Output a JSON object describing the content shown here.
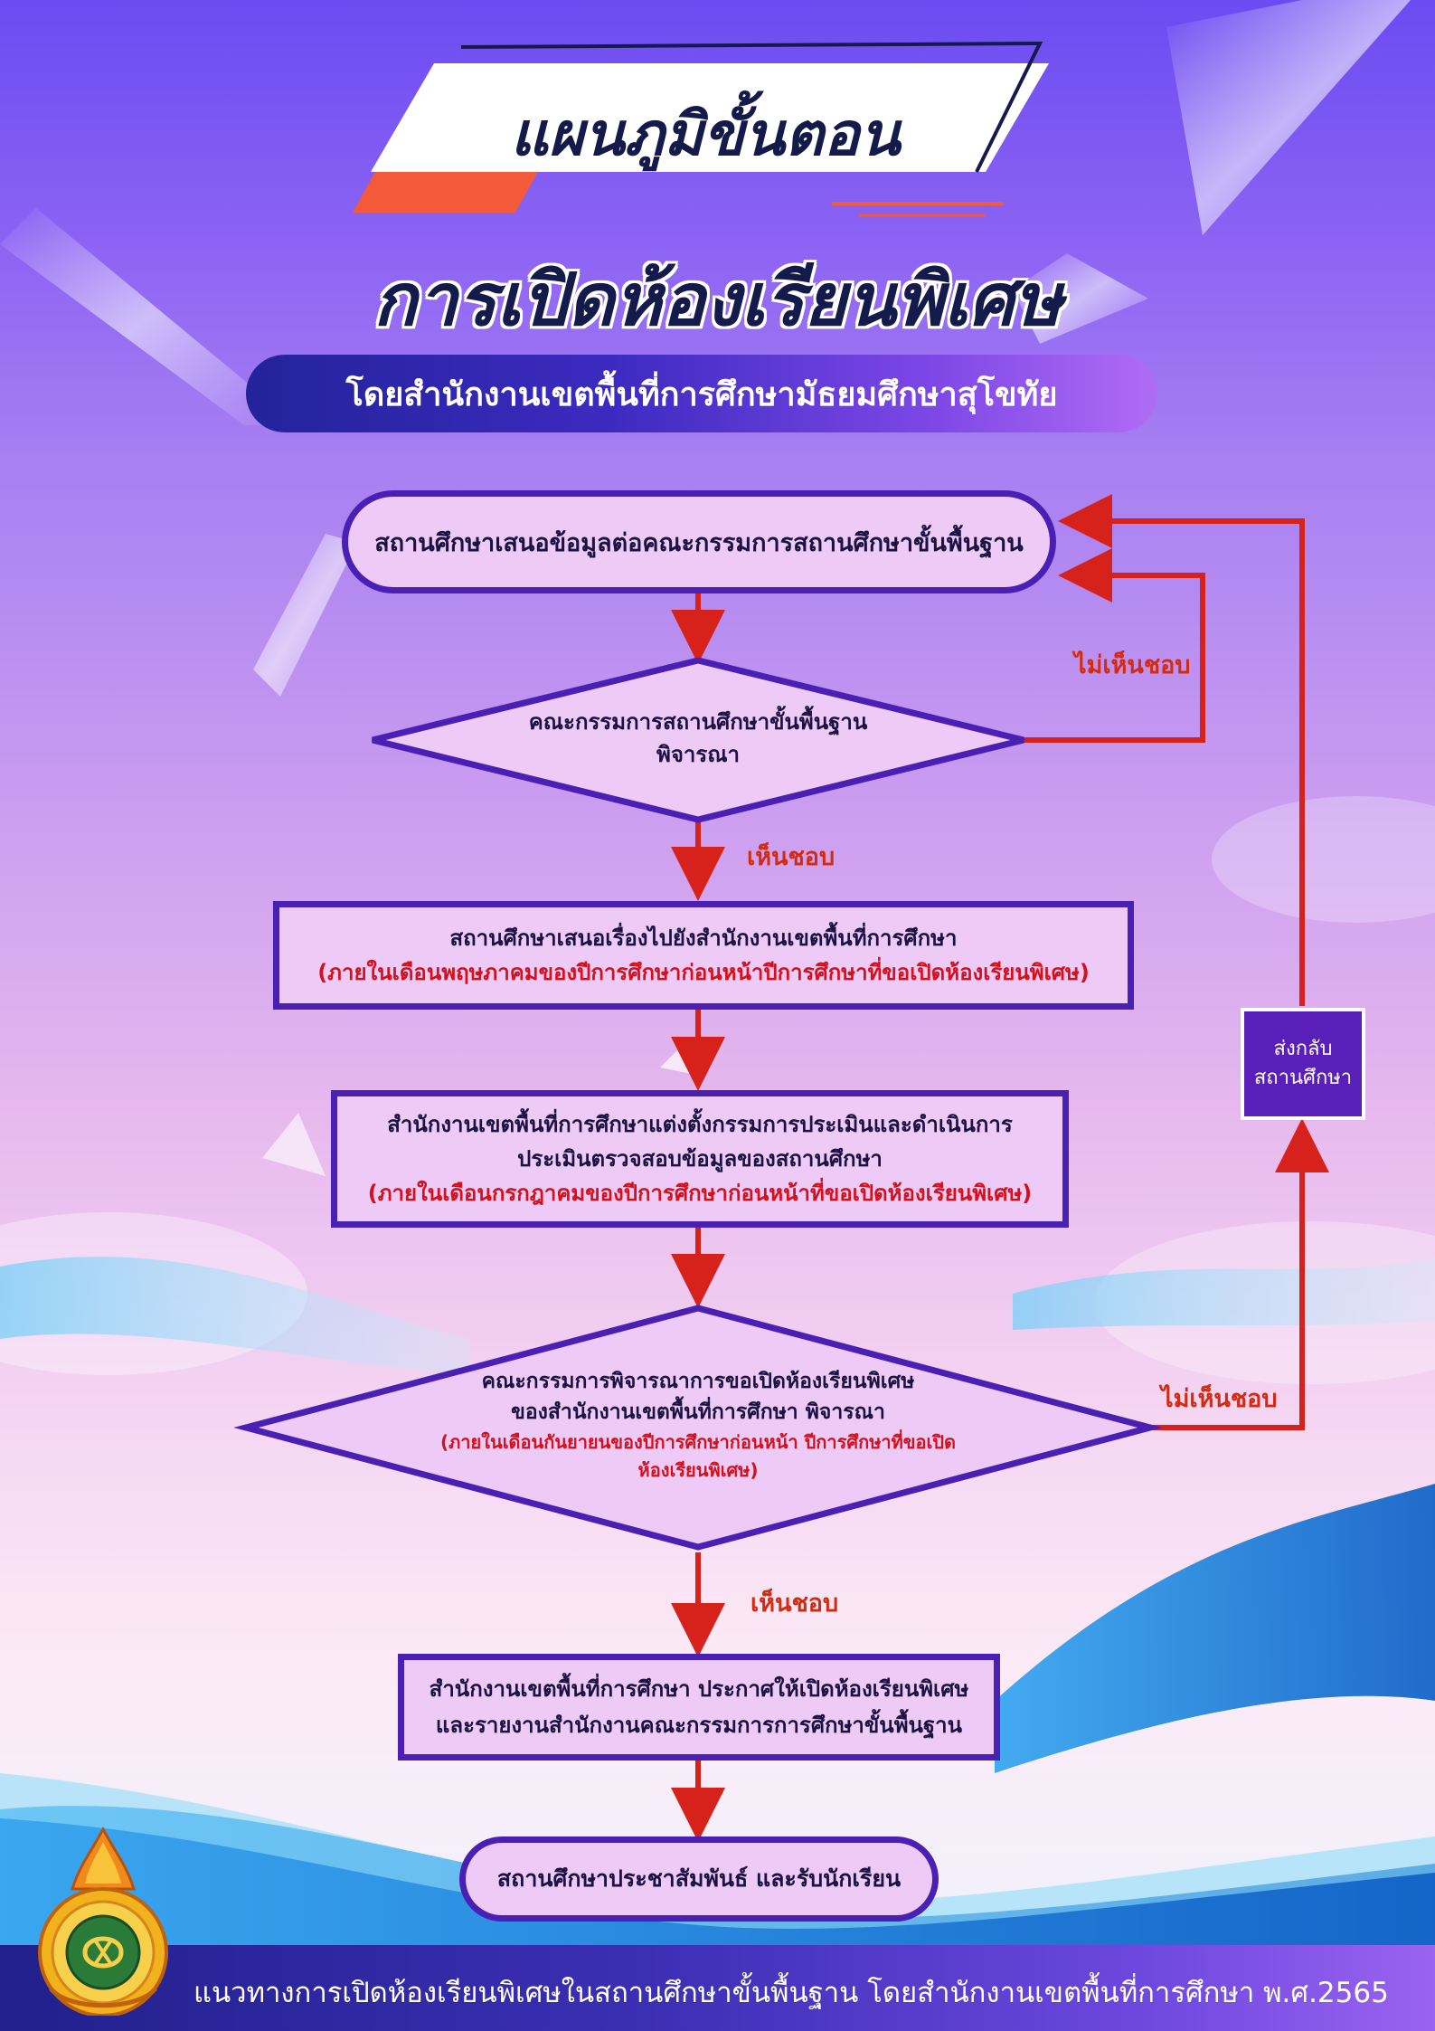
{
  "colors": {
    "node_fill": "#eecaf6",
    "node_border": "#4a1fb4",
    "arrow": "#d6221a",
    "title_dark": "#141b4a",
    "accent_orange": "#f25a3a",
    "footer_bg": "#2b24a4"
  },
  "header": {
    "title": "แผนภูมิขั้นตอน",
    "title_main": "การเปิดห้องเรียนพิเศษ",
    "subtitle": "โดยสำนักงานเขตพื้นที่การศึกษามัธยมศึกษาสุโขทัย"
  },
  "flow": {
    "step1": "สถานศึกษาเสนอข้อมูลต่อคณะกรรมการสถานศึกษาขั้นพื้นฐาน",
    "decision1": {
      "line1": "คณะกรรมการสถานศึกษาขั้นพื้นฐาน",
      "line2": "พิจารณา"
    },
    "label_disapprove_1": "ไม่เห็นชอบ",
    "label_approve_1": "เห็นชอบ",
    "step2": {
      "line1": "สถานศึกษาเสนอเรื่องไปยังสำนักงานเขตพื้นที่การศึกษา",
      "note": "(ภายในเดือนพฤษภาคมของปีการศึกษาก่อนหน้าปีการศึกษาที่ขอเปิดห้องเรียนพิเศษ)"
    },
    "step3": {
      "line1": "สำนักงานเขตพื้นที่การศึกษาแต่งตั้งกรรมการประเมินและดำเนินการ",
      "line2": "ประเมินตรวจสอบข้อมูลของสถานศึกษา",
      "note": "(ภายในเดือนกรกฎาคมของปีการศึกษาก่อนหน้าที่ขอเปิดห้องเรียนพิเศษ)"
    },
    "decision2": {
      "line1": "คณะกรรมการพิจารณาการขอเปิดห้องเรียนพิเศษ",
      "line2": "ของสำนักงานเขตพื้นที่การศึกษา พิจารณา",
      "note1": "(ภายในเดือนกันยายนของปีการศึกษาก่อนหน้า ปีการศึกษาที่ขอเปิด",
      "note2": "ห้องเรียนพิเศษ)"
    },
    "label_disapprove_2": "ไม่เห็นชอบ",
    "label_approve_2": "เห็นชอบ",
    "return_box": {
      "line1": "ส่งกลับ",
      "line2": "สถานศึกษา"
    },
    "step4": {
      "line1": "สำนักงานเขตพื้นที่การศึกษา ประกาศให้เปิดห้องเรียนพิเศษ",
      "line2": "และรายงานสำนักงานคณะกรรมการการศึกษาขั้นพื้นฐาน"
    },
    "step5": "สถานศึกษาประชาสัมพันธ์ และรับนักเรียน"
  },
  "footer": {
    "text": "แนวทางการเปิดห้องเรียนพิเศษในสถานศึกษาขั้นพื้นฐาน โดยสำนักงานเขตพื้นที่การศึกษา พ.ศ.2565",
    "logo_icon": "obec-emblem-icon"
  }
}
